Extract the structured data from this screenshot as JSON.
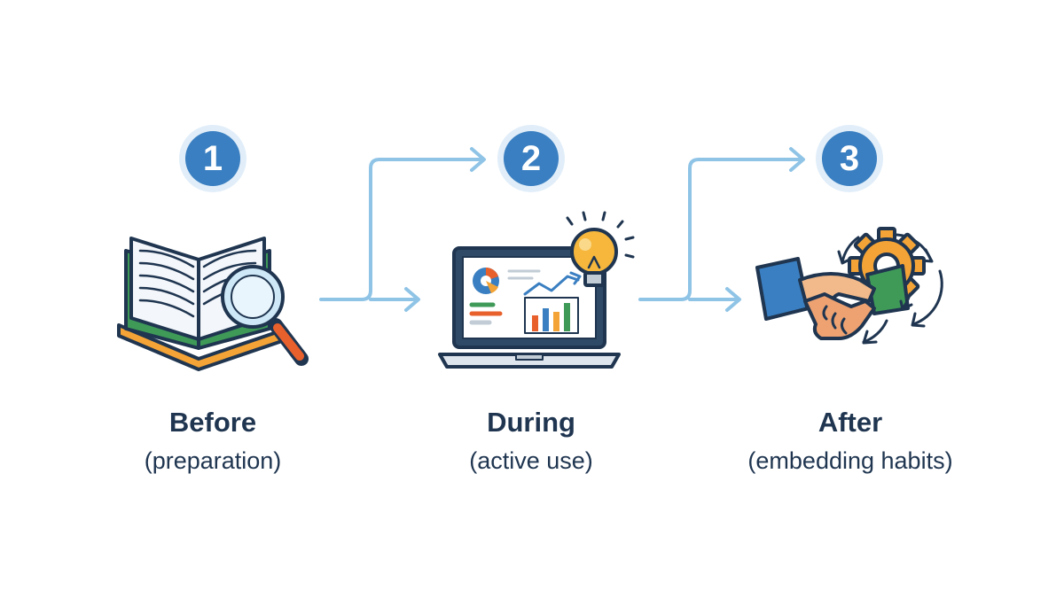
{
  "colors": {
    "badge": "#3a7fc1",
    "badge_ring": "#e1eef9",
    "connector": "#8fc4e6",
    "text": "#1f3550"
  },
  "steps": [
    {
      "number": "1",
      "title": "Before",
      "subtitle": "(preparation)",
      "icon": "book-magnifier-icon"
    },
    {
      "number": "2",
      "title": "During",
      "subtitle": "(active use)",
      "icon": "laptop-lightbulb-icon"
    },
    {
      "number": "3",
      "title": "After",
      "subtitle": "(embedding habits)",
      "icon": "handshake-gear-icon"
    }
  ]
}
